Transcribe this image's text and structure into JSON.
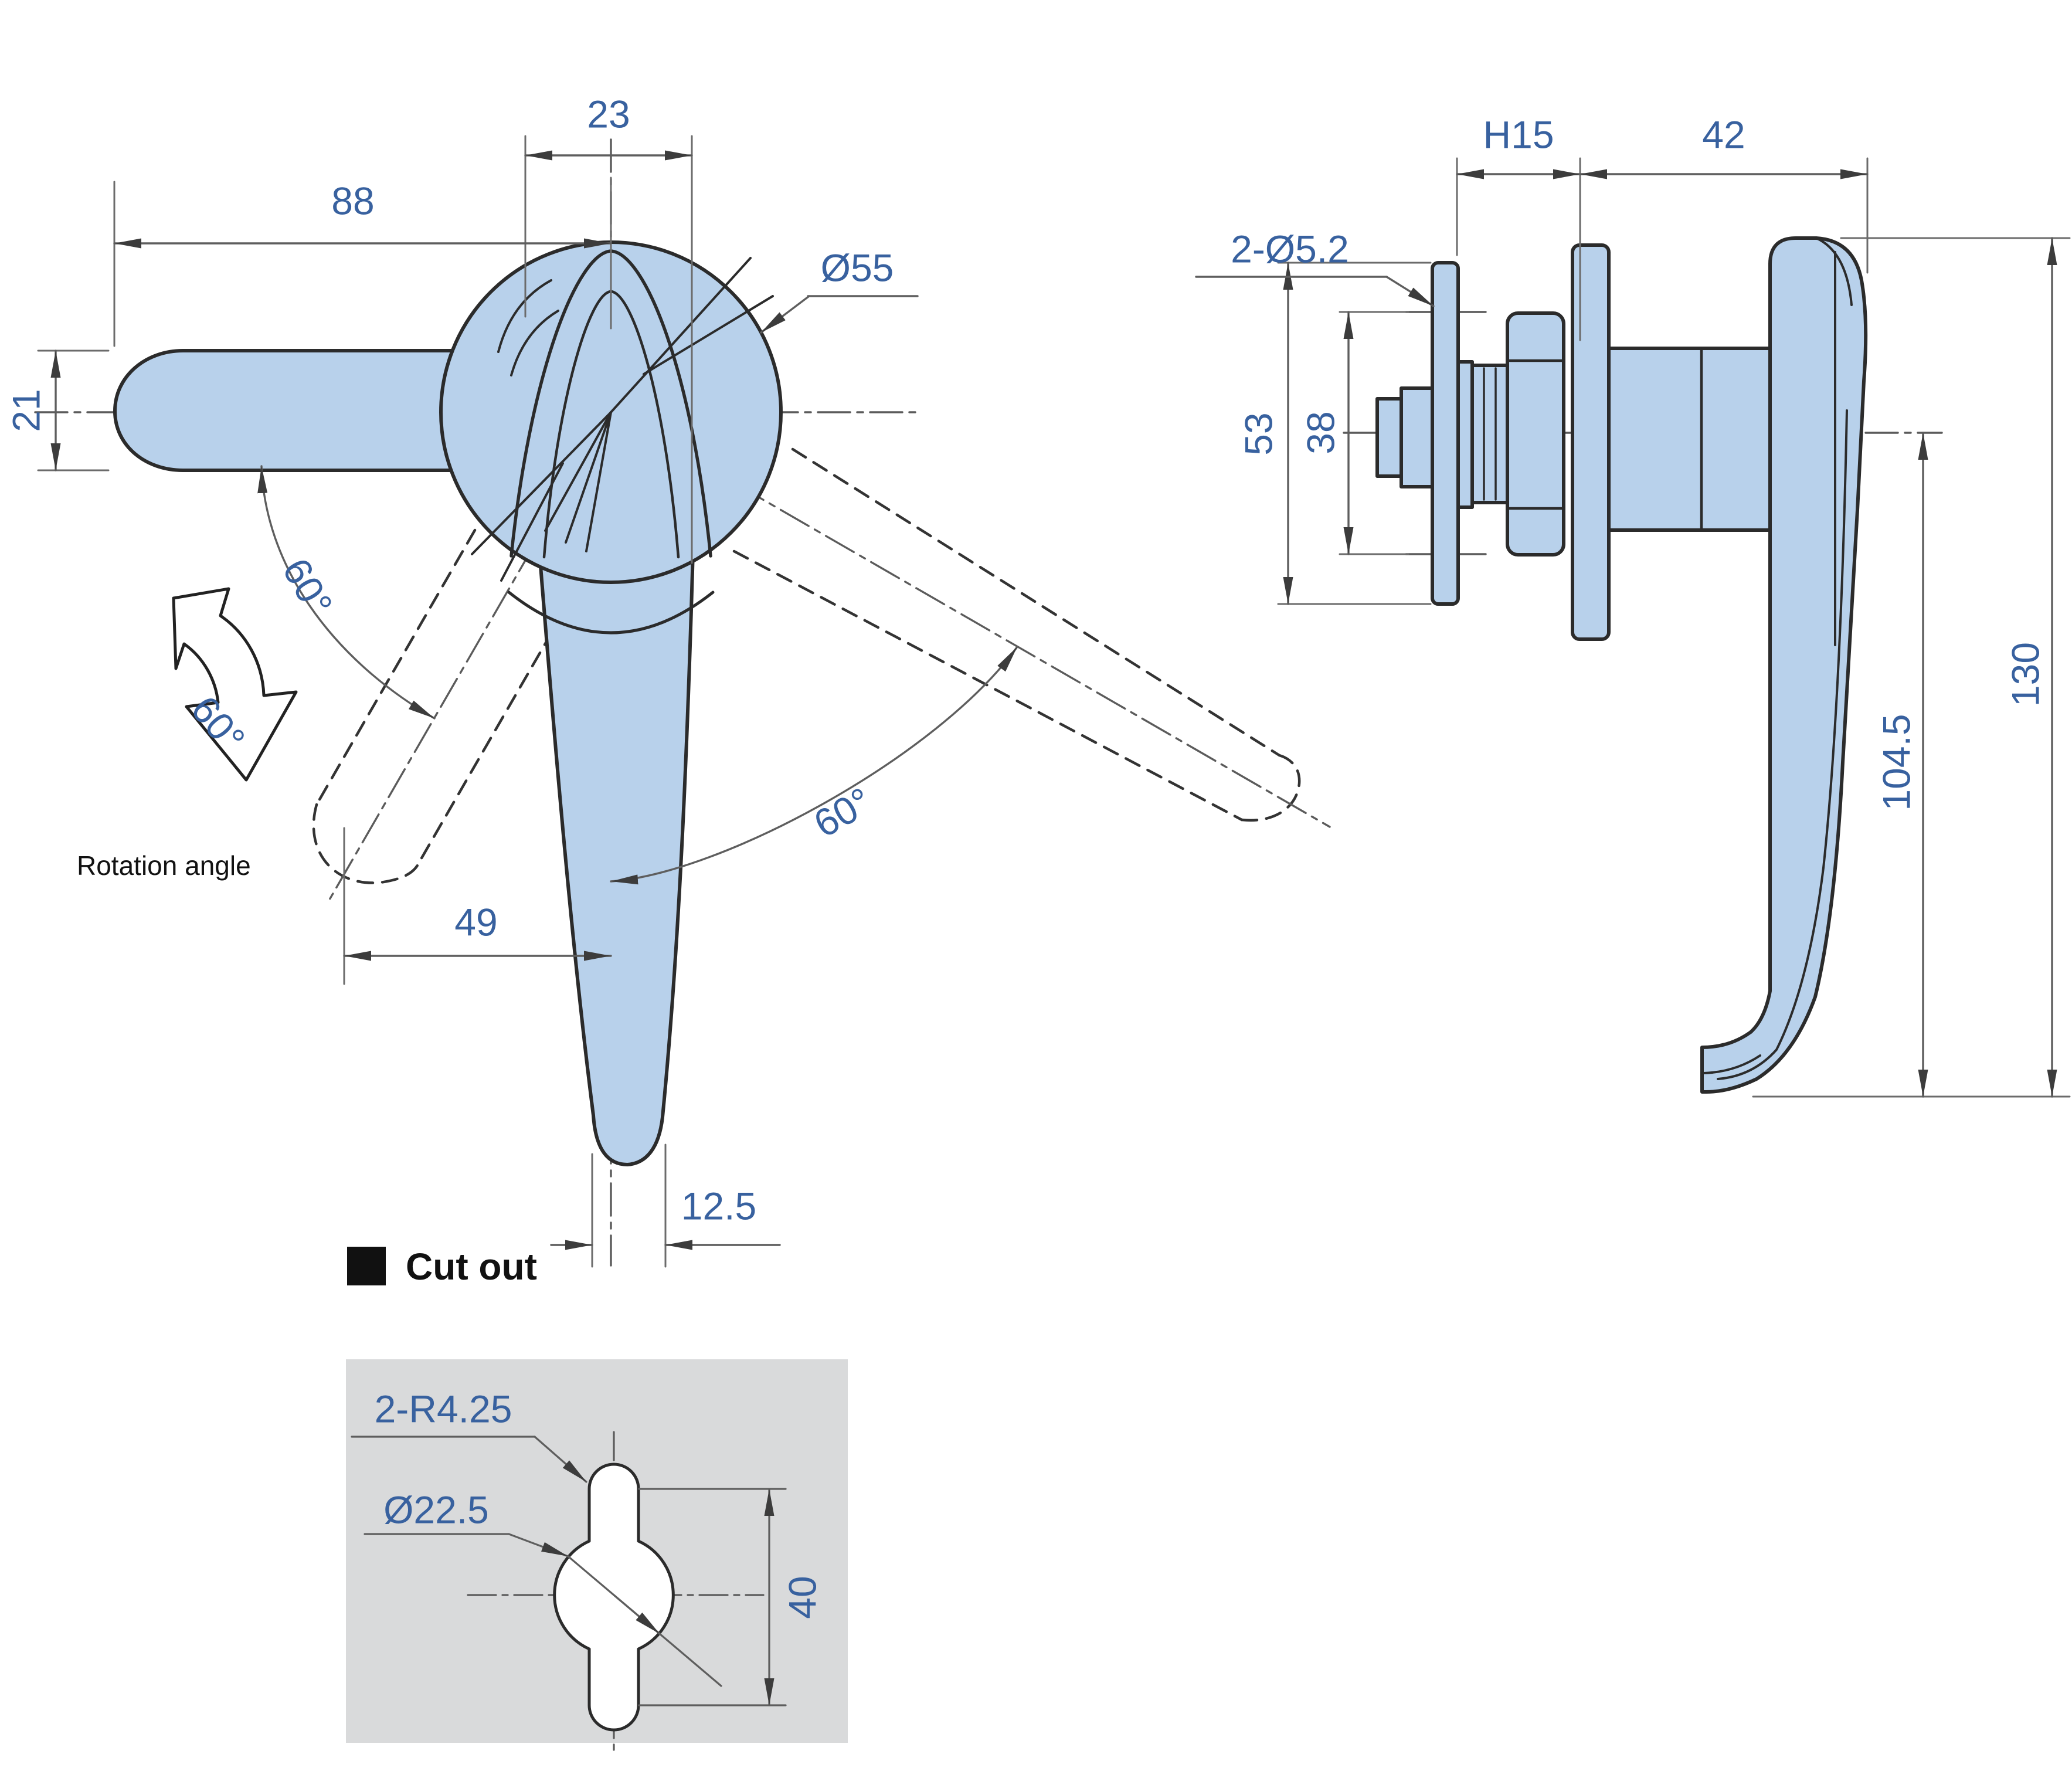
{
  "colors": {
    "part_fill": "#b8d1eb",
    "outline": "#2b2b2b",
    "dimension_line": "#6b6b6b",
    "dimension_text": "#38619f",
    "panel_gray": "#d9dadb",
    "black_text": "#111111"
  },
  "front_view": {
    "dim_hub_width": "23",
    "dim_lever_length": "88",
    "dim_hub_diameter": "Ø55",
    "dim_lever_height": "21",
    "angle_left": "60°",
    "angle_right": "60°",
    "rotation_arrow_angle": "60°",
    "rotation_label": "Rotation angle",
    "dim_offset": "49",
    "dim_tip_width": "12.5"
  },
  "side_view": {
    "dim_panel_thickness": "H15",
    "dim_head_depth": "42",
    "dim_holes": "2-Ø5.2",
    "dim_flange_height": "53",
    "dim_hole_span": "38",
    "dim_grip_drop": "104.5",
    "dim_total_height": "130"
  },
  "cutout": {
    "title": "Cut out",
    "dim_slot_radius": "2-R4.25",
    "dim_hole_diameter": "Ø22.5",
    "dim_slot_length": "40"
  }
}
